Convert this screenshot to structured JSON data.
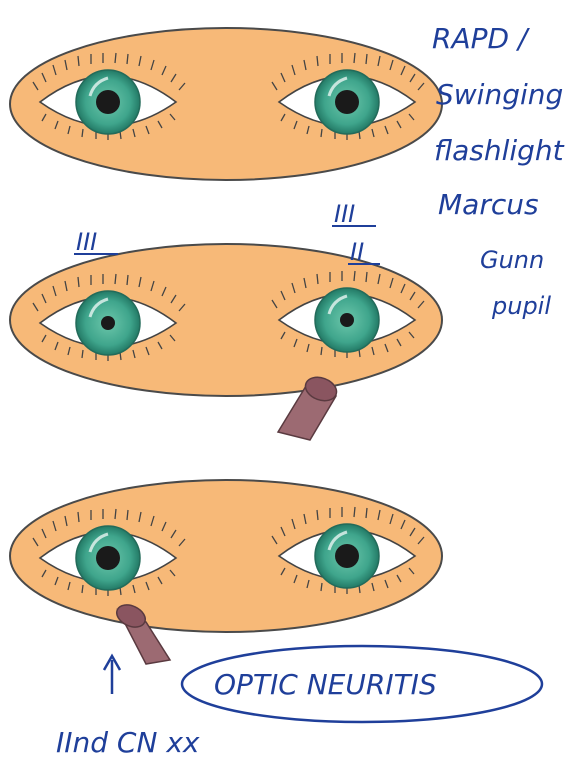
{
  "notes": {
    "line1": "RAPD /",
    "line2": "Swinging",
    "line3": "flashlight",
    "line4": "Marcus",
    "line5": "Gunn",
    "line6": "pupil"
  },
  "panel2": {
    "left_label": "III",
    "right_label_top": "III",
    "right_label_bottom": "II"
  },
  "panel3": {
    "diagnosis": "OPTIC NEURITIS",
    "nerve_note": "IInd CN xx"
  },
  "colors": {
    "face": "#f7b978",
    "face_outline": "#4a4a4a",
    "iris": "#3fa58c",
    "pupil": "#1a1a1a",
    "flashlight": "#9c6a72",
    "ink": "#1f3f9a"
  }
}
